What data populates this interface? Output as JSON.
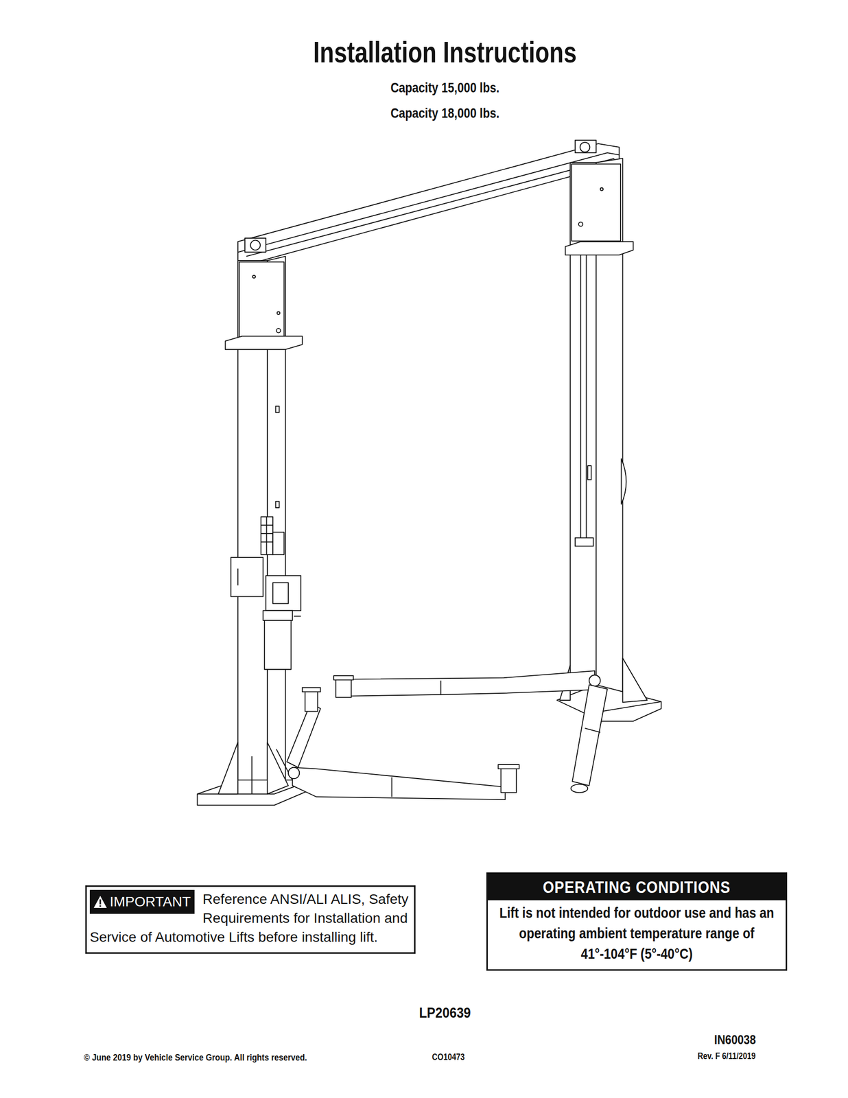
{
  "diagram": {
    "title": "Installation Instructions",
    "nodes": [
      {
        "text": [
          "Reference ANSI/ALI ALIS, Safety Requirements for Installation and Service of Automotive Lifts before installing lift."
        ]
      },
      {
        "text": [
          "IMPORTANT"
        ],
        "in": 0
      },
      {
        "text": [
          "OPERATING CONDITIONS",
          "Lift is not intended for outdoor use and has an operating ambient temperature range of 41°-104°F (5°-40°C)"
        ]
      }
    ],
    "labels": [
      "Capacity 15,000 lbs.",
      "Capacity 18,000 lbs.",
      "LP20639",
      "IN60038",
      "Rev. F 6/11/2019",
      "© June 2019 by Vehicle Service Group.  All rights reserved.",
      "CO10473"
    ]
  }
}
